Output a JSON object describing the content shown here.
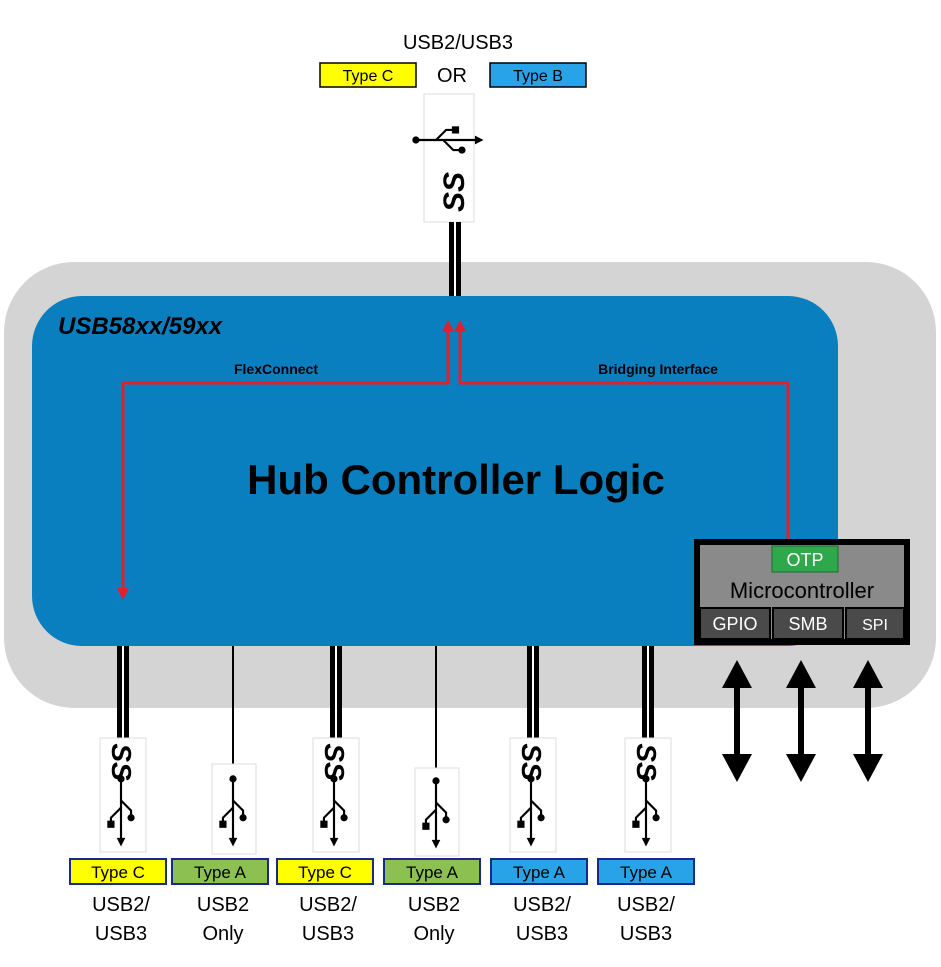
{
  "upstream": {
    "speed": "USB2/USB3",
    "or_label": "OR",
    "connectors": [
      {
        "label": "Type C",
        "color": "#ffff00"
      },
      {
        "label": "Type B",
        "color": "#29a3e8"
      }
    ]
  },
  "chip": {
    "part_name": "USB58xx/59xx",
    "core_label": "Hub Controller Logic",
    "flex_label": "FlexConnect",
    "bridge_label": "Bridging Interface"
  },
  "micro": {
    "otp_label": "OTP",
    "title": "Microcontroller",
    "ports": [
      "GPIO",
      "SMB",
      "SPI"
    ]
  },
  "downstream": [
    {
      "type": "Type C",
      "color": "#ffff00",
      "speed_line1": "USB2/",
      "speed_line2": "USB3",
      "superspeed": true
    },
    {
      "type": "Type A",
      "color": "#8cc152",
      "speed_line1": "USB2",
      "speed_line2": "Only",
      "superspeed": false
    },
    {
      "type": "Type C",
      "color": "#ffff00",
      "speed_line1": "USB2/",
      "speed_line2": "USB3",
      "superspeed": true
    },
    {
      "type": "Type A",
      "color": "#8cc152",
      "speed_line1": "USB2",
      "speed_line2": "Only",
      "superspeed": false
    },
    {
      "type": "Type A",
      "color": "#29a3e8",
      "speed_line1": "USB2/",
      "speed_line2": "USB3",
      "superspeed": true
    },
    {
      "type": "Type A",
      "color": "#29a3e8",
      "speed_line1": "USB2/",
      "speed_line2": "USB3",
      "superspeed": true
    }
  ],
  "colors": {
    "outer_package": "#d4d4d4",
    "chip_blue": "#0a7fc0",
    "path_red": "#e0202a",
    "micro_bg": "#8a8a8a",
    "port_bg": "#4a4a4a",
    "otp_green": "#2ea84a"
  }
}
